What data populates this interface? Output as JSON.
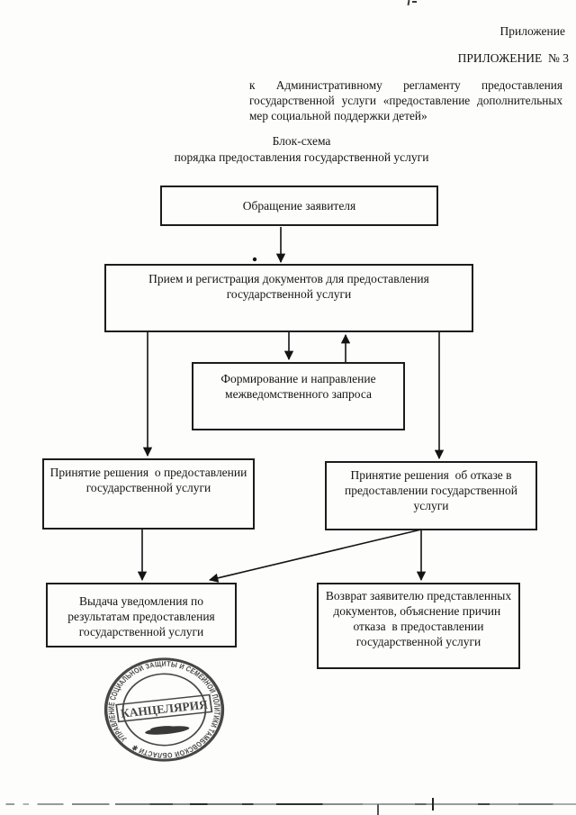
{
  "colors": {
    "ink": "#2e2e2e",
    "text": "#141414"
  },
  "header": {
    "annotation": "Приложение",
    "appendix_label": "ПРИЛОЖЕНИЕ  № 3",
    "addressee_lines": [
      "к Административному регламенту предоставления",
      "государственной услуги «предоставление дополнительных",
      "мер социальной поддержки детей»"
    ]
  },
  "title": {
    "line1": "Блок-схема",
    "line2": "порядка предоставления государственной услуги"
  },
  "flowchart": {
    "nodes": [
      {
        "id": "applicant",
        "label": "Обращение заявителя"
      },
      {
        "id": "reception",
        "label": "Прием и регистрация документов для предоставления государственной услуги"
      },
      {
        "id": "interagency-request",
        "label": "Формирование и направление межведомственного запроса"
      },
      {
        "id": "decision-grant",
        "label": "Принятие решения  о предоставлении государственной услуги"
      },
      {
        "id": "decision-refuse",
        "label": "Принятие решения   об отказе в предоставлении государственной услуги"
      },
      {
        "id": "issue-notification",
        "label": "Выдача уведомления по результатам предоставления государственной услуги"
      },
      {
        "id": "return-documents",
        "label": "Возврат заявителю представленных документов, объяснение причин  отказа  в предоставлении государственной услуги"
      }
    ]
  },
  "stamp": {
    "ring_text": "УПРАВЛЕНИЕ СОЦИАЛЬНОЙ ЗАЩИТЫ И СЕМЕЙНОЙ ПОЛИТИКИ ТАМБОВСКОЙ ОБЛАСТИ ✱",
    "center_text": "КАНЦЕЛЯРИЯ"
  }
}
